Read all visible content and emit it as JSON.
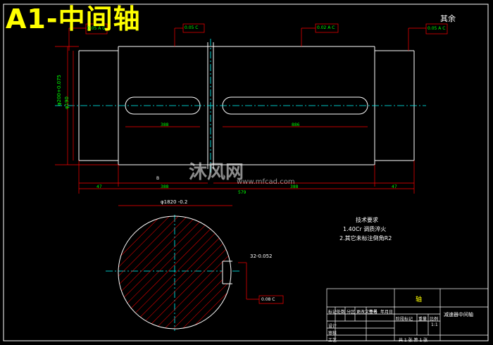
{
  "title": "A1-中间轴",
  "corner_note": "其余",
  "watermark": {
    "text": "沐风网",
    "url": "www.mfcad.com"
  },
  "tech_requirements": {
    "heading": "技术要求",
    "items": [
      "1.40Cr 调质淬火",
      "2.其它未标注倒角R2"
    ]
  },
  "dimensions": {
    "dia_200": "φ200",
    "dia_200_tol": "+0.075",
    "dia_190": "φ190",
    "len_total": "579",
    "len_left": "47",
    "len_right": "47",
    "len_mid_left": "388",
    "len_mid_right": "388",
    "key_left": "388",
    "key_right": "886",
    "section_dia": "φ182",
    "section_dia_tol": "0\n-0.2",
    "key_width": "32",
    "key_width_tol": "-0.052",
    "tol_frame_section": "0.08 C",
    "tol_frame_top_left": "0.05 A C",
    "tol_frame_top_mid": "0.05 C",
    "tol_frame_top_right": "0.05 A C",
    "tol_frame_upper": "0.02 A C",
    "section_label": "B"
  },
  "title_block": {
    "main_label": "轴",
    "drawing_name": "减速器中间轴",
    "scale": "1:1",
    "left_labels": [
      "标记",
      "处数",
      "分区",
      "更改文件号",
      "签名",
      "年月日"
    ],
    "row_labels": [
      "设计",
      "审核",
      "工艺"
    ],
    "mid_labels": [
      "阶段标记",
      "重量",
      "比例"
    ],
    "bottom": "共 1 张 第 1 张"
  },
  "colors": {
    "outline": "#ffffff",
    "dimension": "#ff0000",
    "centerline": "#00ffff",
    "text_dim": "#00ff00",
    "title": "#ffff00"
  }
}
